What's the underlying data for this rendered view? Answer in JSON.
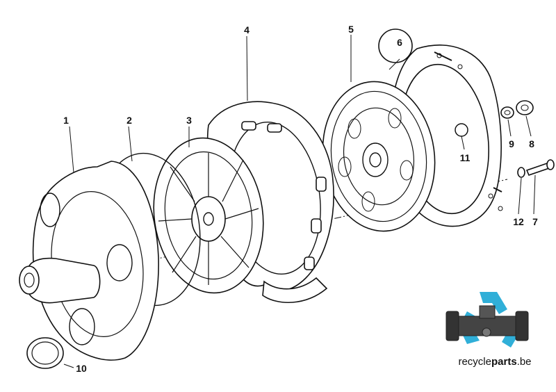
{
  "callouts": [
    "1",
    "2",
    "3",
    "4",
    "5",
    "6",
    "7",
    "8",
    "9",
    "10",
    "11",
    "12"
  ],
  "logo": {
    "text_light": "recycle",
    "text_bold": "parts",
    "text_suffix": ".be",
    "accent": "#1aa7d4"
  }
}
